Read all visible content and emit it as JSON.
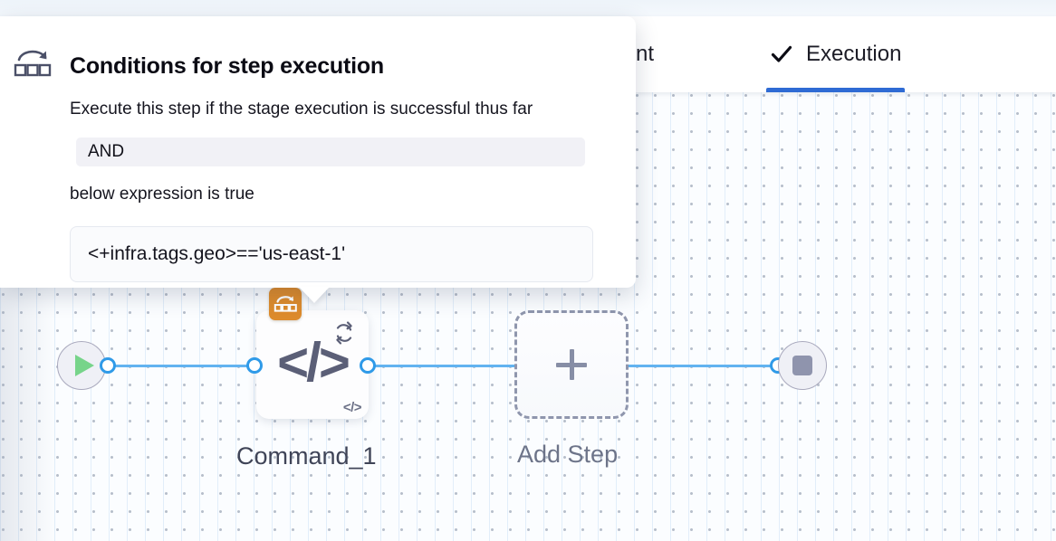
{
  "header": {
    "tabs": [
      {
        "label": "ronment",
        "full_label": "Environment",
        "icon": "",
        "active": false
      },
      {
        "label": "Execution",
        "icon": "check-icon",
        "active": true
      }
    ],
    "active_tab_underline_color": "#2f6bd4"
  },
  "popover": {
    "icon": "conditional-execution-icon",
    "title": "Conditions for step execution",
    "description": "Execute this step if the stage execution is successful thus far",
    "operator_value": "AND",
    "expression_label": "below expression is true",
    "expression_value": "<+infra.tags.geo>=='us-east-1'"
  },
  "canvas": {
    "start_node": {
      "name": "start-node",
      "icon": "play-icon",
      "icon_color": "#77d48a"
    },
    "end_node": {
      "name": "end-node",
      "icon": "stop-icon",
      "icon_color": "#8f94ad"
    },
    "step_node": {
      "label": "Command_1",
      "main_icon": "</>",
      "mini_icon": "</>",
      "loop_icon": "loop-retry-icon",
      "condition_badge_icon": "conditional-execution-icon",
      "condition_badge_color": "#dd8b2c"
    },
    "add_step": {
      "label": "Add Step",
      "icon": "plus-icon"
    },
    "connector_color": "#62b3f0"
  }
}
